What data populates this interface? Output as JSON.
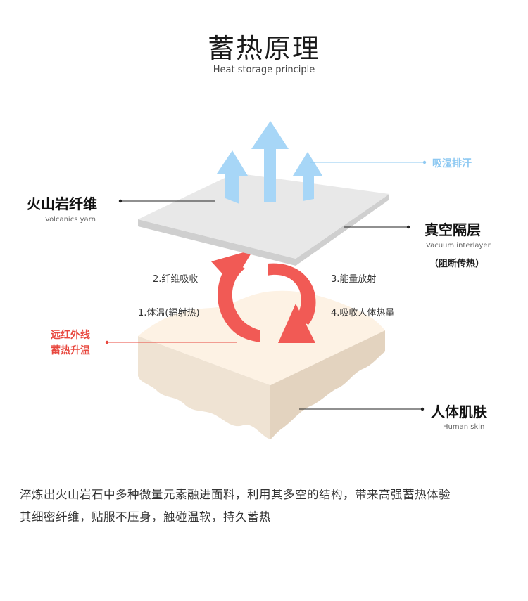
{
  "header": {
    "title": "蓄热原理",
    "subtitle": "Heat storage principle"
  },
  "labels": {
    "volcanic": {
      "cn": "火山岩纤维",
      "en": "Volcanics yarn"
    },
    "vacuum": {
      "cn": "真空隔层",
      "en": "Vacuum interlayer",
      "note": "（阻断传热）"
    },
    "skin": {
      "cn": "人体肌肤",
      "en": "Human skin"
    },
    "moisture": "吸湿排汗",
    "far_infrared": [
      "远红外线",
      "蓄热升温"
    ]
  },
  "steps": {
    "s1": "1.体温(辐射热)",
    "s2": "2.纤维吸收",
    "s3": "3.能量放射",
    "s4": "4.吸收人体热量"
  },
  "description": [
    "淬炼出火山岩石中多种微量元素融进面料，利用其多空的结构，带来高强蓄热体验",
    "其细密纤维，贴服不压身，触碰温软，持久蓄热"
  ],
  "colors": {
    "arrow_blue": "#a7d6f7",
    "cycle_red": "#f15a55",
    "label_red": "#e8483f",
    "label_blue": "#8ec9f2",
    "layer_grey": "#e8e8e8",
    "skin_top": "#fdf1e3",
    "skin_side": "#e6d7c5"
  },
  "icons": [
    "up-arrow-icon",
    "cycle-arrow-icon"
  ]
}
